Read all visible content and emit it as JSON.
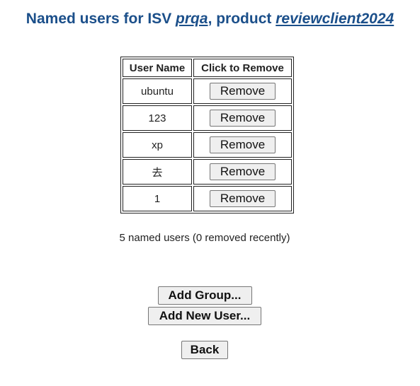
{
  "heading": {
    "prefix": "Named users for ISV ",
    "isv": "prqa",
    "middle": ", product ",
    "product": "reviewclient2024"
  },
  "table": {
    "headers": [
      "User Name",
      "Click to Remove"
    ],
    "rows": [
      {
        "user": "ubuntu",
        "action": "Remove"
      },
      {
        "user": "123",
        "action": "Remove"
      },
      {
        "user": "xp",
        "action": "Remove"
      },
      {
        "user": "去",
        "action": "Remove"
      },
      {
        "user": "1",
        "action": "Remove"
      }
    ]
  },
  "summary": "5 named users (0 removed recently)",
  "buttons": {
    "add_group": "Add Group...",
    "add_user": "Add New User...",
    "back": "Back"
  }
}
